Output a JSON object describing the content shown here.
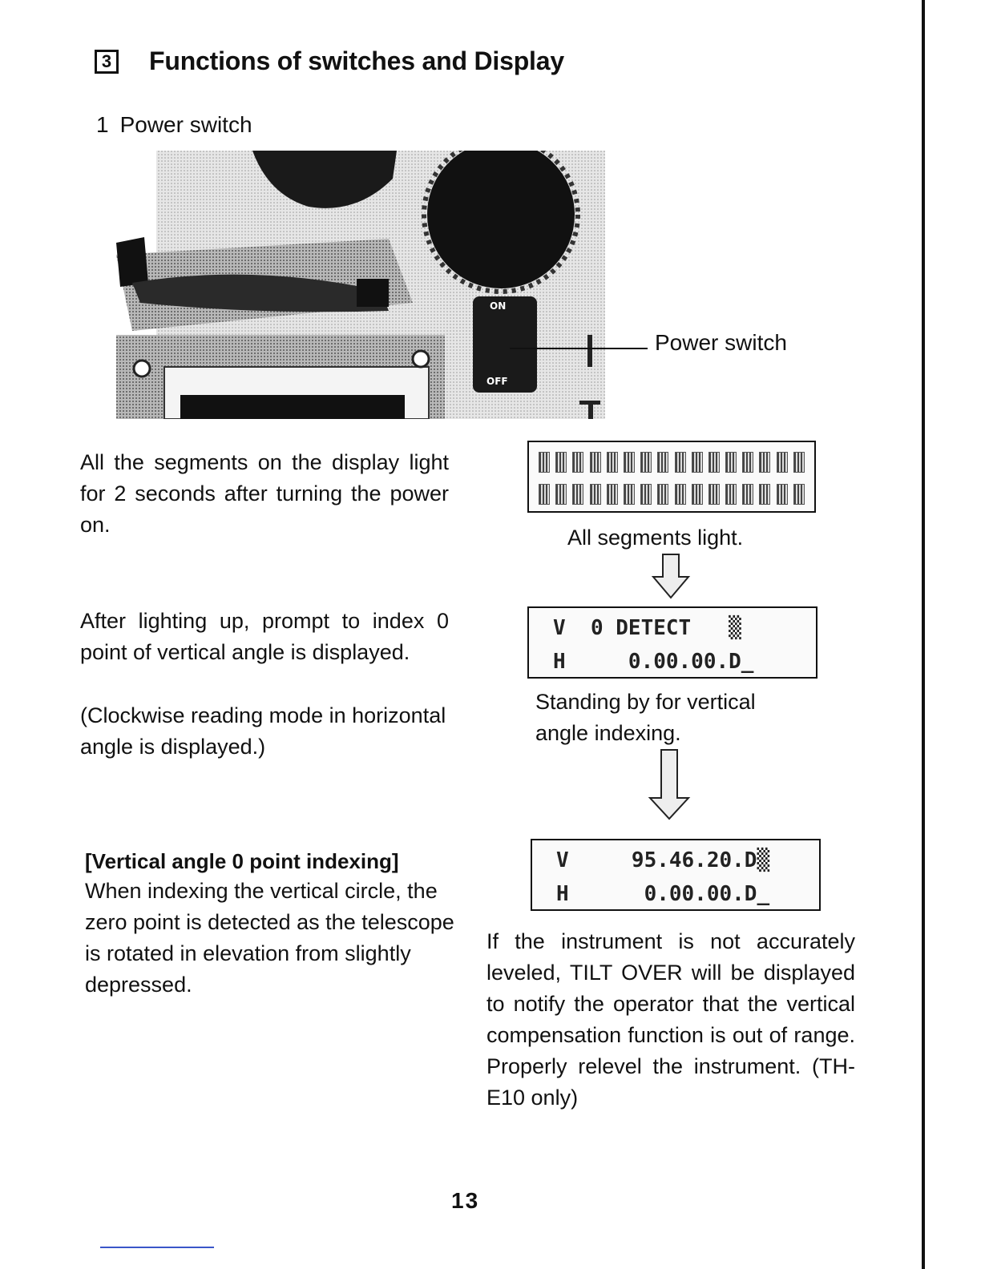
{
  "heading": {
    "number": "3",
    "title": "Functions of switches and Display"
  },
  "subheading": {
    "number": "1",
    "text": "Power switch"
  },
  "photo": {
    "icon": "power-switch-photo",
    "switch_on_label": "ON",
    "switch_off_label": "OFF",
    "callout": "Power switch"
  },
  "sections": [
    {
      "body": "All the segments on the display light for 2 seconds after turning the power on.",
      "display_caption": "All segments light."
    },
    {
      "body": "After lighting up, prompt to index 0 point of vertical angle is displayed.",
      "note": "(Clockwise reading mode in horizontal angle is displayed.)",
      "display": {
        "line1": "V  0 DETECT   ▒",
        "line2": "H     0.00.00.D_"
      },
      "display_caption": "Standing by for vertical angle indexing."
    },
    {
      "heading": "[Vertical angle 0 point indexing]",
      "body": "When indexing the vertical circle, the zero point is detected as the telescope is rotated in elevation from slightly depressed.",
      "display": {
        "line1": "V     95.46.20.D▒",
        "line2": "H      0.00.00.D_"
      },
      "tilt_note": "If the instrument is not accurately leveled, TILT OVER will be displayed to notify the operator that the vertical compensation function is out of range. Properly relevel the instrument. (TH-E10 only)"
    }
  ],
  "page_number": "13"
}
